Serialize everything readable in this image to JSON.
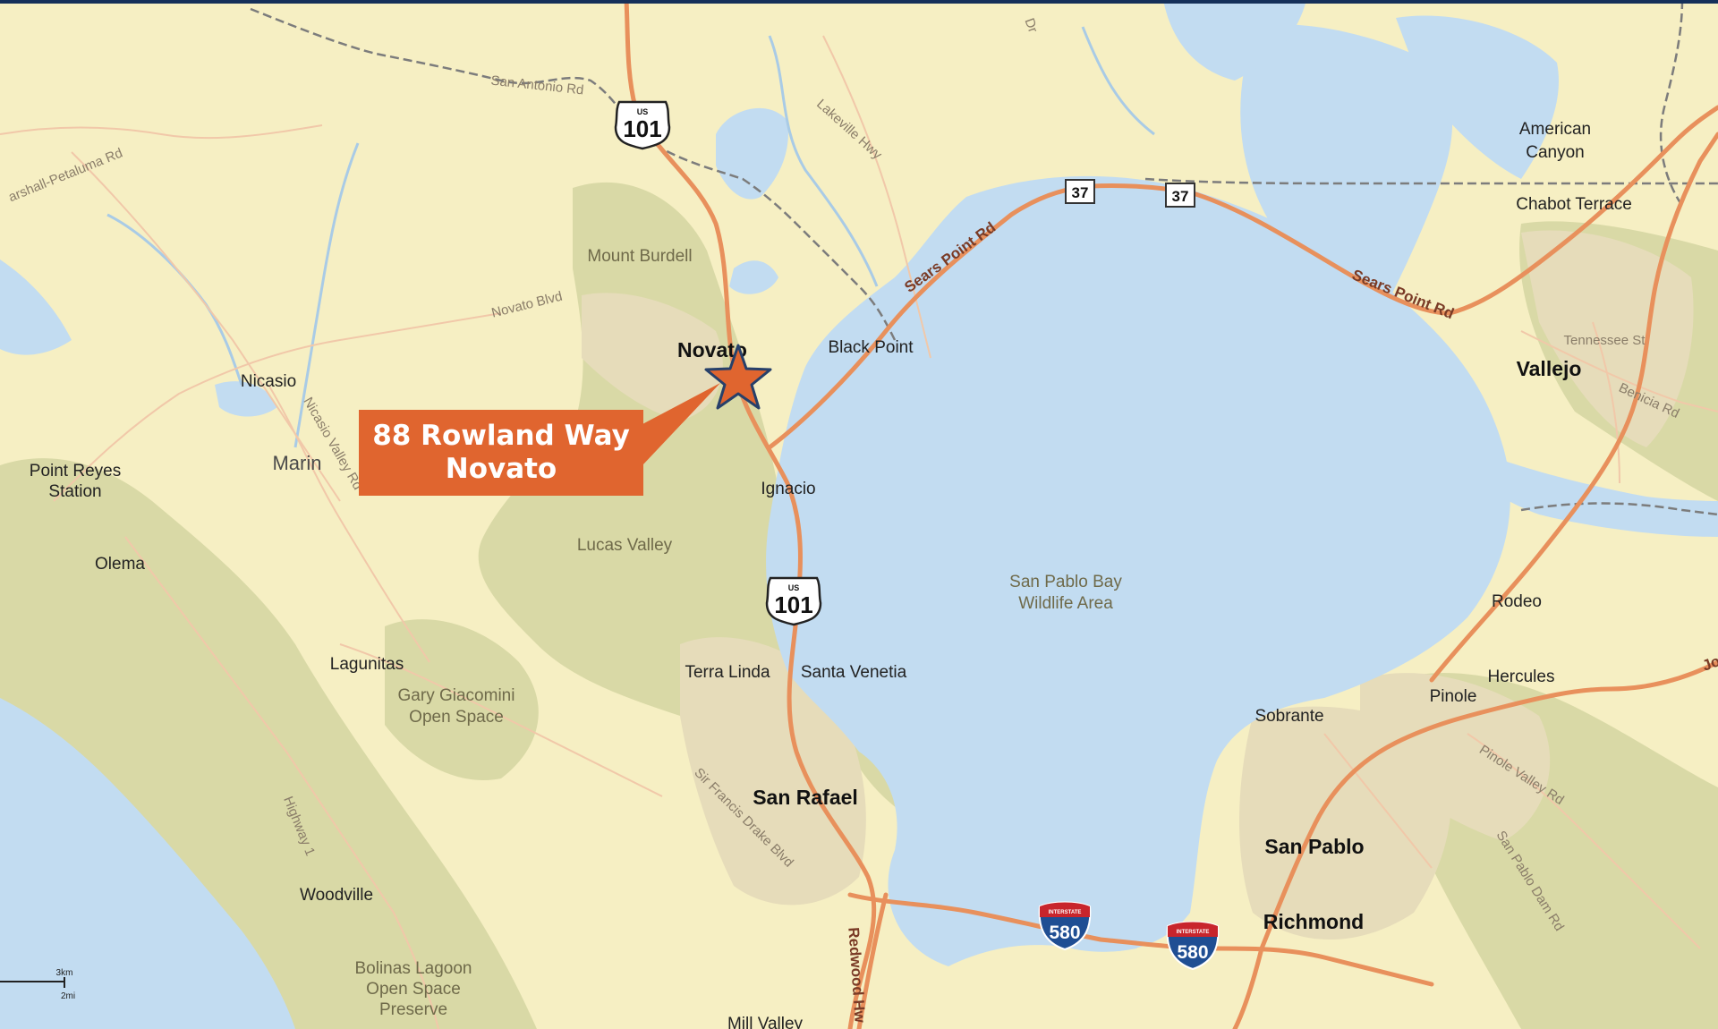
{
  "colors": {
    "land": "#f6efc3",
    "water": "#c2dcf1",
    "green": "#d9d9a6",
    "urban": "#e6dcba",
    "highway": "#e8905c",
    "callout": "#e0652f",
    "marker_fill": "#e0652f",
    "marker_stroke": "#27406a",
    "top_border": "#15305a"
  },
  "callout": {
    "line1": "88 Rowland Way",
    "line2": "Novato"
  },
  "marker": {
    "icon": "star-icon"
  },
  "cities": {
    "novato": "Novato",
    "san_rafael": "San Rafael",
    "vallejo": "Vallejo",
    "san_pablo": "San Pablo",
    "richmond": "Richmond"
  },
  "places": {
    "nicasio": "Nicasio",
    "point_reyes_1": "Point Reyes",
    "point_reyes_2": "Station",
    "olema": "Olema",
    "lagunitas": "Lagunitas",
    "woodville": "Woodville",
    "black_point": "Black Point",
    "ignacio": "Ignacio",
    "terra_linda": "Terra Linda",
    "santa_venetia": "Santa Venetia",
    "mill_valley": "Mill Valley",
    "american_canyon_1": "American",
    "american_canyon_2": "Canyon",
    "chabot_terrace": "Chabot Terrace",
    "rodeo": "Rodeo",
    "hercules": "Hercules",
    "pinole": "Pinole",
    "sobrante": "Sobrante"
  },
  "region": {
    "marin": "Marin"
  },
  "parks": {
    "mount_burdell": "Mount Burdell",
    "lucas_valley": "Lucas Valley",
    "gary_giacomini_1": "Gary Giacomini",
    "gary_giacomini_2": "Open Space",
    "san_pablo_bay_1": "San Pablo Bay",
    "san_pablo_bay_2": "Wildlife Area",
    "bolinas_1": "Bolinas Lagoon",
    "bolinas_2": "Open Space",
    "bolinas_3": "Preserve"
  },
  "roads": {
    "san_antonio": "San Antonio Rd",
    "petaluma": "arshall-Petaluma Rd",
    "novato_blvd": "Novato Blvd",
    "nicasio_valley": "Nicasio Valley Rd",
    "lakeville": "Lakeville Hwy",
    "sears_point_1": "Sears Point Rd",
    "sears_point_2": "Sears Point Rd",
    "tennessee": "Tennessee St",
    "benicia": "Benicia Rd",
    "pinole_valley": "Pinole Valley Rd",
    "san_pablo_dam": "San Pablo Dam Rd",
    "sir_francis_drake": "Sir Francis Drake Blvd",
    "redwood_hwy": "Redwood Hw",
    "highway_1": "Highway 1",
    "partial_top": "Dr",
    "partial_right": "Jo"
  },
  "shields": {
    "us101_prefix": "US",
    "us101": "101",
    "sr37": "37",
    "i580_prefix": "INTERSTATE",
    "i580": "580"
  },
  "scale": {
    "km": "3km",
    "mi": "2mi"
  }
}
